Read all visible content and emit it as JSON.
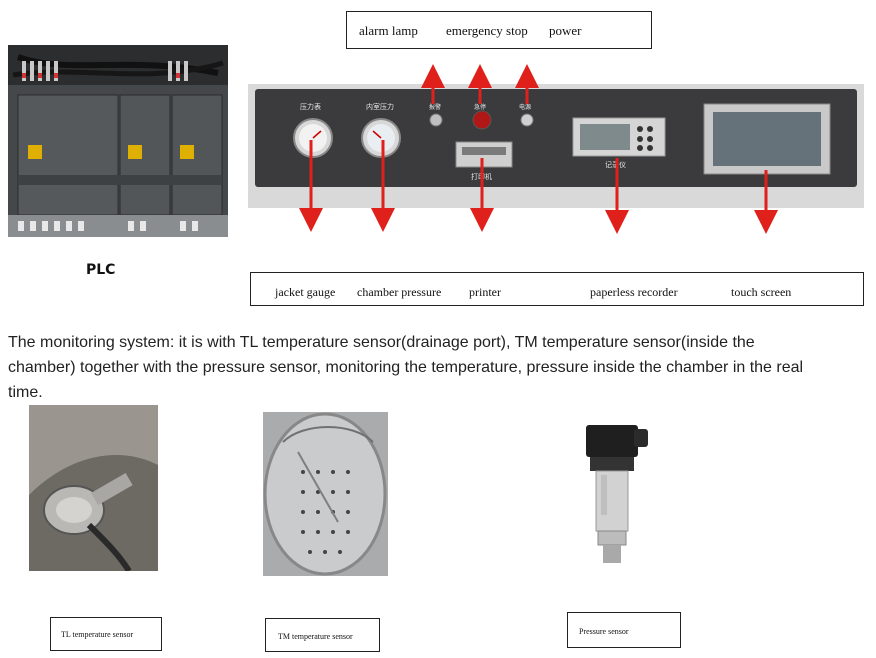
{
  "top_callout": {
    "alarm_lamp": "alarm lamp",
    "emergency_stop": "emergency stop",
    "power": "power"
  },
  "plc": {
    "label": "PLC"
  },
  "panel": {
    "gauge1_label": "压力表",
    "gauge2_label": "内室压力",
    "lamp_label": "报警",
    "stop_label": "急停",
    "power_label": "电源",
    "printer_label": "打印机",
    "recorder_label": "记录仪"
  },
  "bottom_callout": {
    "jacket_gauge": "jacket gauge",
    "chamber_pressure": "chamber pressure",
    "printer": "printer",
    "paperless_recorder": "paperless recorder",
    "touch_screen": "touch screen"
  },
  "description": "The monitoring system: it is with TL temperature sensor(drainage port), TM temperature sensor(inside the chamber) together with the pressure sensor, monitoring the temperature, pressure inside the chamber in the real time.",
  "sensors": {
    "tl": "TL temperature sensor",
    "tm": "TM temperature sensor",
    "pressure": "Pressure sensor"
  },
  "colors": {
    "arrow": "#e0201b",
    "panel": "#3b3b3d",
    "frame": "#d9d9d9"
  }
}
